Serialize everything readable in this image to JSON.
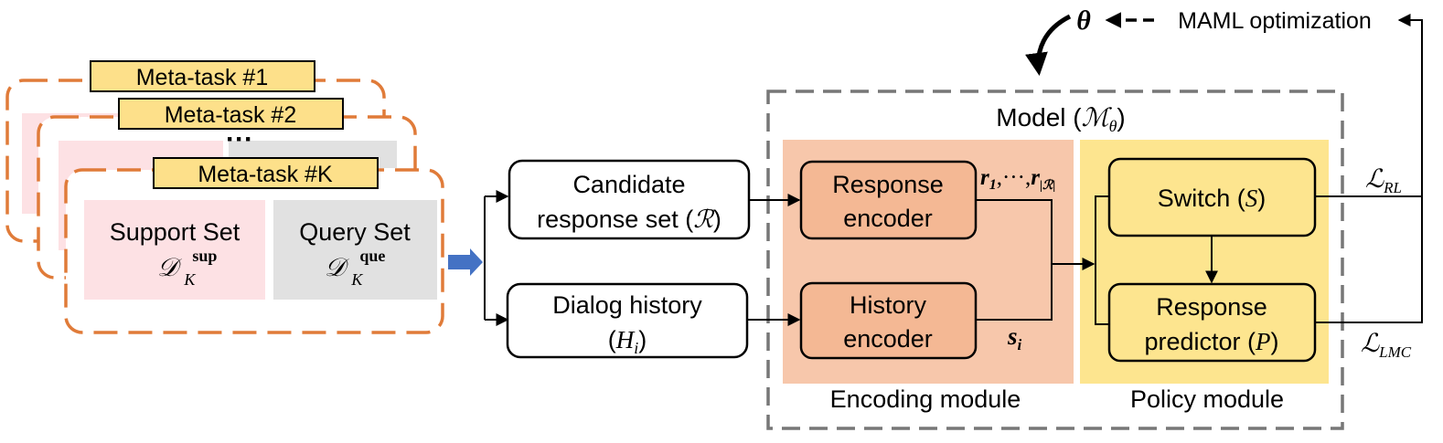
{
  "meta_tasks": {
    "tab_1": "Meta-task #1",
    "tab_2": "Meta-task #2",
    "tab_k": "Meta-task #K",
    "ellipsis": "···",
    "support_title": "Support Set",
    "support_symbol": "𝒟",
    "support_sub": "K",
    "support_sup": "sup",
    "query_title": "Query Set",
    "query_symbol": "𝒟",
    "query_sub": "K",
    "query_sup": "que"
  },
  "inputs": {
    "candidate_line1": "Candidate",
    "candidate_line2": "response set (",
    "candidate_symbol": "ℛ",
    "candidate_close": ")",
    "dialog_line1": "Dialog history",
    "dialog_open": "(",
    "dialog_symbol": "H",
    "dialog_sub": "i",
    "dialog_close": ")"
  },
  "model": {
    "title_prefix": "Model (",
    "title_symbol": "ℳ",
    "title_sub": "θ",
    "title_close": ")",
    "theta": "θ",
    "maml_label": "MAML optimization",
    "response_encoder_l1": "Response",
    "response_encoder_l2": "encoder",
    "history_encoder_l1": "History",
    "history_encoder_l2": "encoder",
    "encoding_module": "Encoding module",
    "policy_module": "Policy module",
    "switch_prefix": "Switch (",
    "switch_symbol": "S",
    "switch_close": ")",
    "predictor_l1": "Response",
    "predictor_l2_prefix": "predictor (",
    "predictor_symbol": "P",
    "predictor_close": ")",
    "r_label_r1": "r",
    "r_label_sub1": "1",
    "r_label_mid": ",···,",
    "r_label_r2": "r",
    "r_label_sub2": "|ℛ|",
    "s_label": "s",
    "s_sub": "i",
    "loss_rl": "ℒ",
    "loss_rl_sub": "RL",
    "loss_lmc": "ℒ",
    "loss_lmc_sub": "LMC"
  },
  "colors": {
    "orange_dash": "#e07b39",
    "tab_fill": "#fde08a",
    "support_fill": "#fde1e4",
    "query_fill": "#e1e1e1",
    "encoding_fill": "#f7c7ab",
    "encoder_box": "#f4b894",
    "policy_fill": "#fde58f",
    "gray_dash": "#777777",
    "blue_arrow": "#4472c4"
  }
}
